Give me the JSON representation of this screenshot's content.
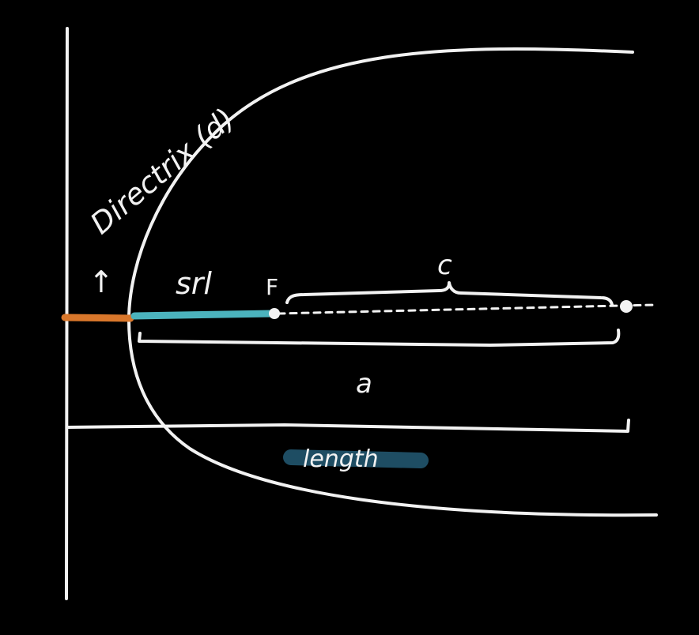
{
  "colors": {
    "background": "#000000",
    "chalk": "#f2f2f2",
    "orange_segment": "#d9772b",
    "teal_segment": "#4bb3bd",
    "length_highlight": "#1e4d63"
  },
  "labels": {
    "directrix": "Directrix (d)",
    "arrow": "↑",
    "srl": "srl",
    "focus": "F",
    "c": "c",
    "a": "a",
    "length": "length"
  }
}
